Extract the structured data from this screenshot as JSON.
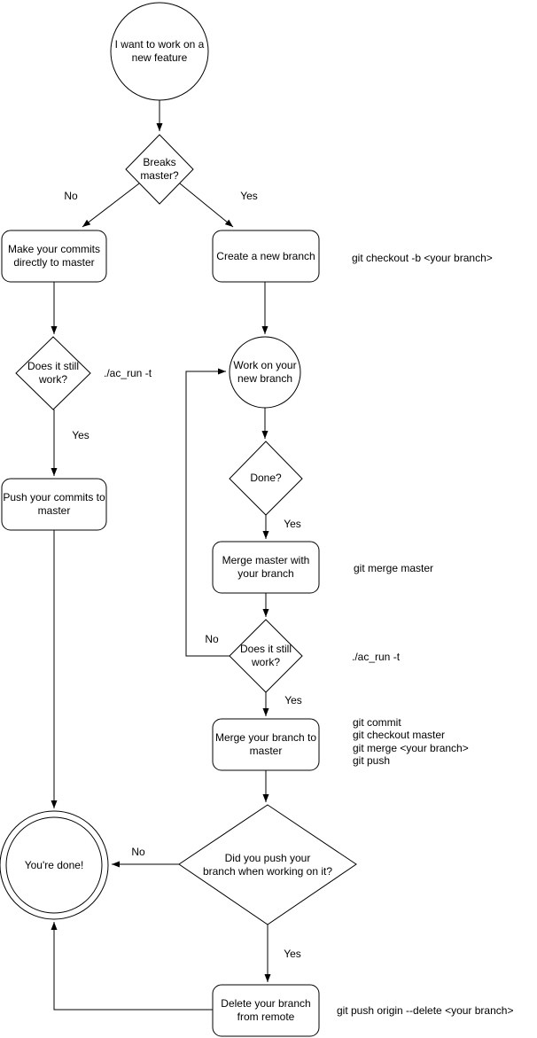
{
  "diagram": {
    "background_color": "#ffffff",
    "stroke_color": "#000000",
    "nodes": {
      "start": {
        "shape": "circle",
        "label": "I want to work on a\nnew feature"
      },
      "breaks_master": {
        "shape": "diamond",
        "label": "Breaks\nmaster?"
      },
      "make_commits": {
        "shape": "rounded-rect",
        "label": "Make your commits\ndirectly to master"
      },
      "create_branch": {
        "shape": "rounded-rect",
        "label": "Create a new branch"
      },
      "does_it_work_1": {
        "shape": "diamond",
        "label": "Does it still\nwork?"
      },
      "work_on_branch": {
        "shape": "circle",
        "label": "Work on your\nnew branch"
      },
      "push_commits": {
        "shape": "rounded-rect",
        "label": "Push your commits to\nmaster"
      },
      "done": {
        "shape": "diamond",
        "label": "Done?"
      },
      "merge_master": {
        "shape": "rounded-rect",
        "label": "Merge master with\nyour branch"
      },
      "does_it_work_2": {
        "shape": "diamond",
        "label": "Does it still\nwork?"
      },
      "merge_branch": {
        "shape": "rounded-rect",
        "label": "Merge your branch to\nmaster"
      },
      "did_you_push": {
        "shape": "diamond",
        "label": "Did you push your\nbranch when working on it?"
      },
      "youre_done": {
        "shape": "double-circle",
        "label": "You're done!"
      },
      "delete_branch": {
        "shape": "rounded-rect",
        "label": "Delete your branch\nfrom remote"
      }
    },
    "edge_labels": {
      "breaks_no": "No",
      "breaks_yes": "Yes",
      "does_1_yes": "Yes",
      "done_yes": "Yes",
      "does_2_no": "No",
      "does_2_yes": "Yes",
      "did_push_no": "No",
      "did_push_yes": "Yes"
    },
    "annotations": {
      "checkout_cmd": "git checkout -b <your branch>",
      "ac_run_1": "./ac_run -t",
      "merge_master_cmd": "git merge master",
      "ac_run_2": "./ac_run -t",
      "merge_branch_cmds": "git commit\ngit checkout master\ngit merge <your branch>\ngit push",
      "delete_cmd": "git push origin --delete <your branch>"
    }
  }
}
